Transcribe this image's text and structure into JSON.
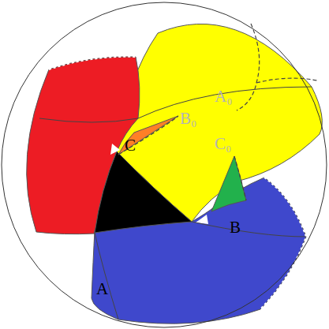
{
  "diagram": {
    "labels": [
      "A₀",
      "B₀",
      "C",
      "C₀",
      "B",
      "A"
    ]
  }
}
